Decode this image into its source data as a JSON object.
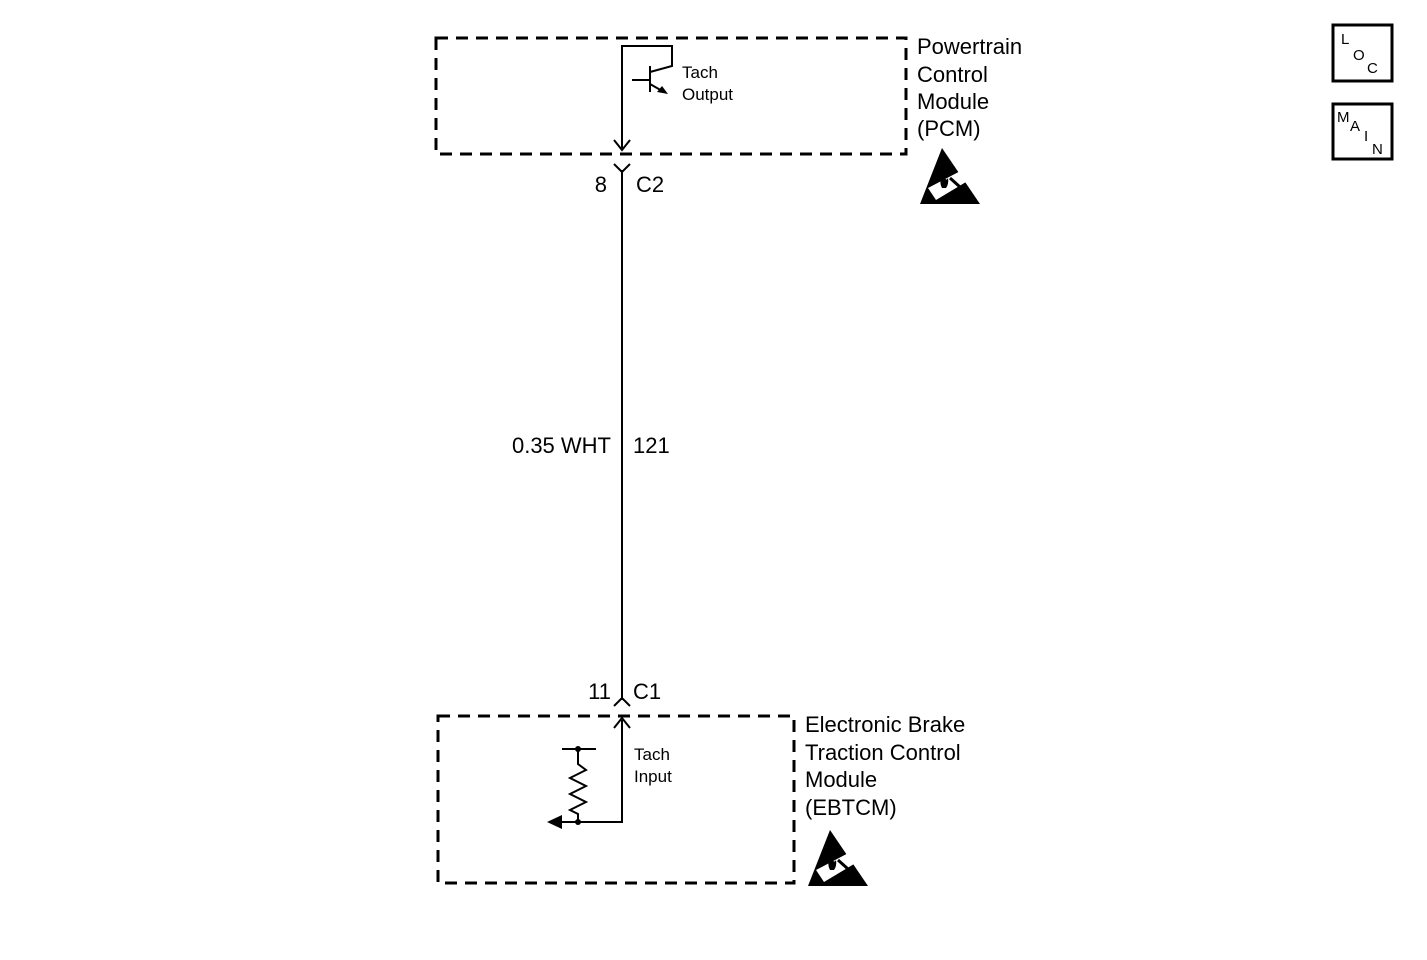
{
  "pcm": {
    "name_lines": [
      "Powertrain",
      "Control",
      "Module",
      "(PCM)"
    ],
    "signal_lines": [
      "Tach",
      "Output"
    ],
    "pin": "8",
    "connector": "C2"
  },
  "wire": {
    "size_color": "0.35 WHT",
    "circuit": "121"
  },
  "ebtcm": {
    "name_lines": [
      "Electronic Brake",
      "Traction Control",
      "Module",
      "(EBTCM)"
    ],
    "signal_lines": [
      "Tach",
      "Input"
    ],
    "pin": "11",
    "connector": "C1"
  },
  "nav": {
    "loc": [
      "L",
      "O",
      "C"
    ],
    "main": [
      "M",
      "A",
      "I",
      "N"
    ]
  },
  "icons": {
    "esd": "esd-warning-icon"
  }
}
